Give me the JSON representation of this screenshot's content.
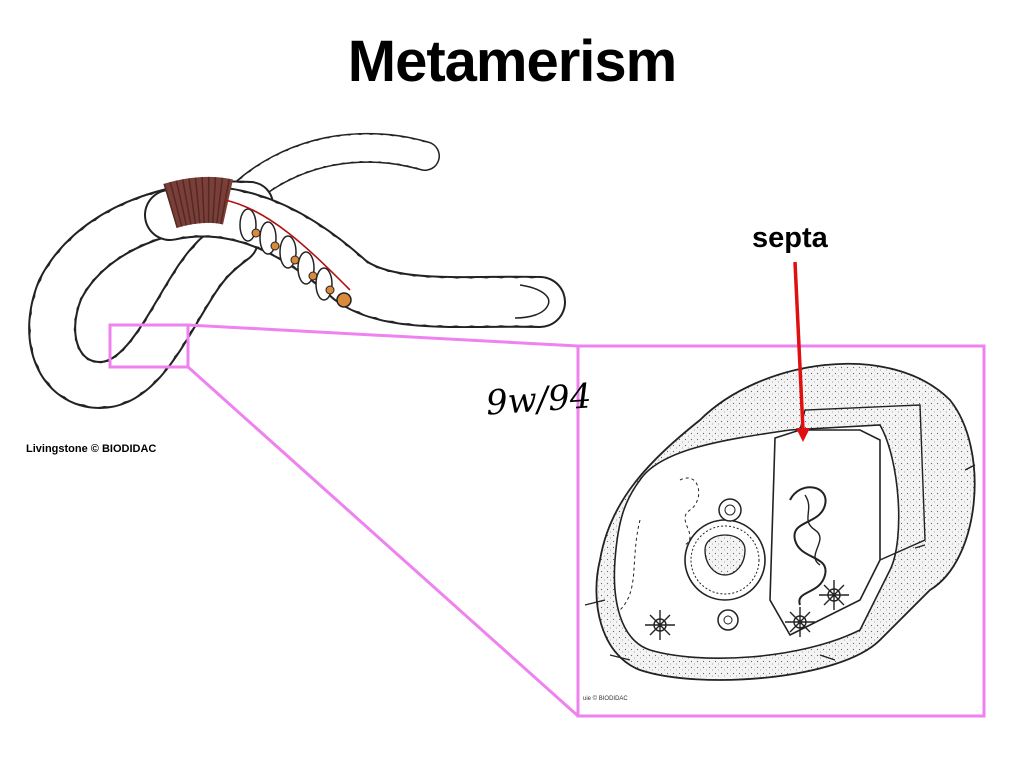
{
  "title": "Metamerism",
  "credit": "Livingstone © BIODIDAC",
  "callout_label": "septa",
  "handwritten_note": "9w/94",
  "inset_credit": "uie © BIODIDAC",
  "colors": {
    "zoom_frame": "#ee82ee",
    "arrow": "#e01010",
    "segment_band": "#7a3f38",
    "gut_orange": "#d98a3a"
  },
  "icons": {
    "arrow": "red-arrow-icon"
  }
}
